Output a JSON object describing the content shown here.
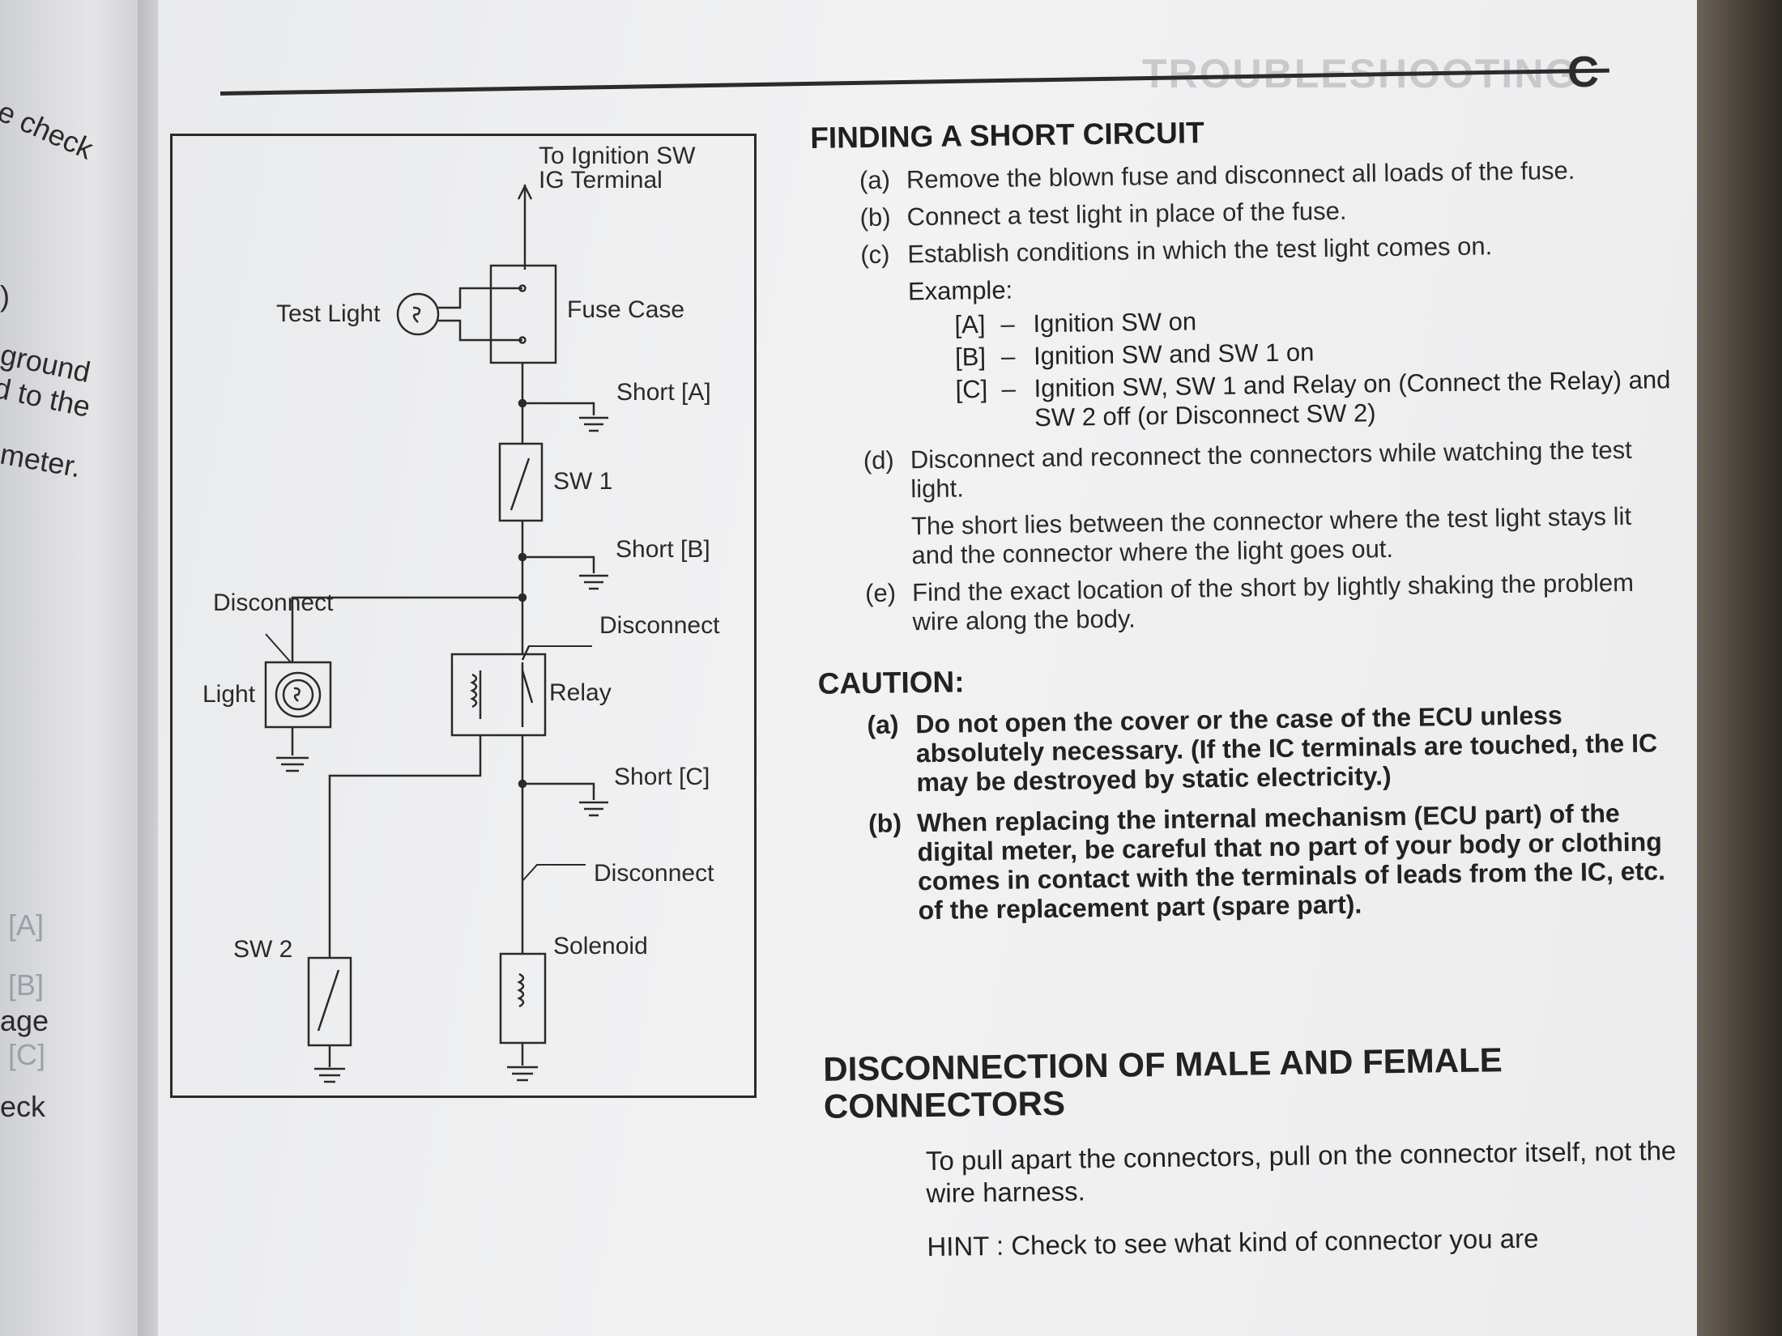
{
  "left_page_fragments": [
    "e check",
    ")",
    "ground",
    "d to the",
    "meter.",
    "[A]",
    "[B]",
    "age",
    "[C]",
    "eck"
  ],
  "header": {
    "section_title": "TROUBLESHOOTING",
    "section_letter": "C"
  },
  "diagram": {
    "labels": {
      "to_ignition": "To Ignition SW",
      "ig_terminal": "IG Terminal",
      "test_light": "Test Light",
      "fuse_case": "Fuse Case",
      "short_a": "Short [A]",
      "sw1": "SW 1",
      "short_b": "Short [B]",
      "disconnect_1": "Disconnect",
      "disconnect_2": "Disconnect",
      "light": "Light",
      "relay": "Relay",
      "short_c": "Short [C]",
      "disconnect_3": "Disconnect",
      "sw2": "SW 2",
      "solenoid": "Solenoid"
    }
  },
  "finding": {
    "title": "FINDING A SHORT CIRCUIT",
    "steps": [
      {
        "label": "(a)",
        "text": "Remove the blown fuse and disconnect all loads of the fuse."
      },
      {
        "label": "(b)",
        "text": "Connect a test light in place of the fuse."
      },
      {
        "label": "(c)",
        "text": "Establish conditions in which the test light comes on."
      }
    ],
    "example_label": "Example:",
    "examples": [
      {
        "code": "[A]",
        "dash": "–",
        "text": "Ignition SW on"
      },
      {
        "code": "[B]",
        "dash": "–",
        "text": "Ignition SW and SW 1 on"
      },
      {
        "code": "[C]",
        "dash": "–",
        "text": "Ignition SW, SW 1 and Relay on (Connect the Relay) and SW 2 off (or Disconnect SW 2)"
      }
    ],
    "steps_2": [
      {
        "label": "(d)",
        "text": "Disconnect and reconnect the connectors while watching the test light."
      },
      {
        "label": "",
        "text": "The short lies between the connector where the test light stays lit and the connector where the light goes out."
      },
      {
        "label": "(e)",
        "text": "Find the exact location of the short by lightly shaking the problem wire along the body."
      }
    ]
  },
  "caution": {
    "title": "CAUTION:",
    "items": [
      {
        "label": "(a)",
        "text": "Do not open the cover or the case of the ECU unless absolutely necessary. (If the IC terminals are touched, the IC may be destroyed by static electricity.)"
      },
      {
        "label": "(b)",
        "text": "When replacing the internal mechanism (ECU part) of the digital meter, be careful that no part of your body or clothing comes in contact with the terminals of leads from the IC, etc. of the replacement part (spare part)."
      }
    ]
  },
  "disconnection": {
    "title": "DISCONNECTION OF MALE AND FEMALE CONNECTORS",
    "body": "To pull apart the connectors, pull on the connector itself, not the wire harness.",
    "hint": "HINT : Check to see what kind of connector you are"
  }
}
